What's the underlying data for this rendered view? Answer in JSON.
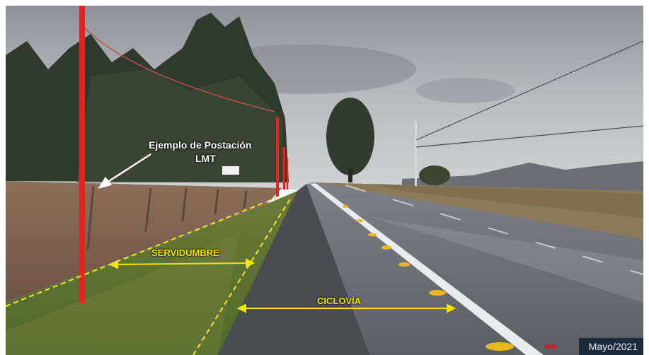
{
  "annotations": {
    "postacion_line1": "Ejemplo de Postación",
    "postacion_line2": "LMT",
    "servidumbre": "SERVIDUMBRE",
    "ciclovia": "CICLOVÍA"
  },
  "date_stamp": "Mayo/2021",
  "colors": {
    "pole": "#e5231f",
    "dashed_line": "#f2ea1c",
    "arrow": "#f4e600",
    "label_text": "#ffffff"
  }
}
